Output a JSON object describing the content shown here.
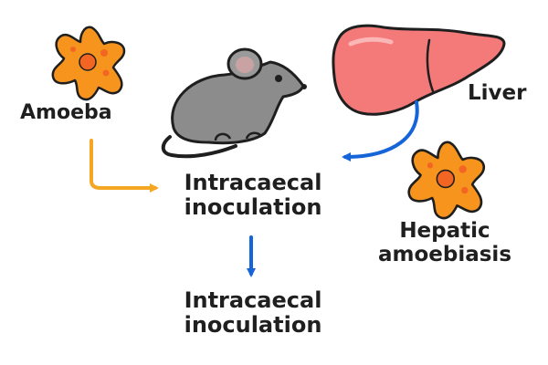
{
  "labels": {
    "amoeba": "Amoeba",
    "liver": "Liver",
    "step_inoculation_line1": "Intracaecal",
    "step_inoculation_line2": "inoculation",
    "step_result_line1": "Intracaecal",
    "step_result_line2": "inoculation",
    "hepatic_line1": "Hepatic",
    "hepatic_line2": "amoebiasis"
  },
  "icons": {
    "amoeba_top": "amoeba-icon",
    "mouse": "mouse-icon",
    "liver": "liver-icon",
    "amoeba_hepatic": "amoeba-icon"
  },
  "colors": {
    "amoeba_fill": "#f7941d",
    "amoeba_nucleus": "#f26522",
    "mouse_fill": "#8c8c8c",
    "liver_fill": "#f47a7a",
    "arrow_orange": "#f5a623",
    "arrow_blue": "#1565d8",
    "outline": "#1f1f1f"
  }
}
